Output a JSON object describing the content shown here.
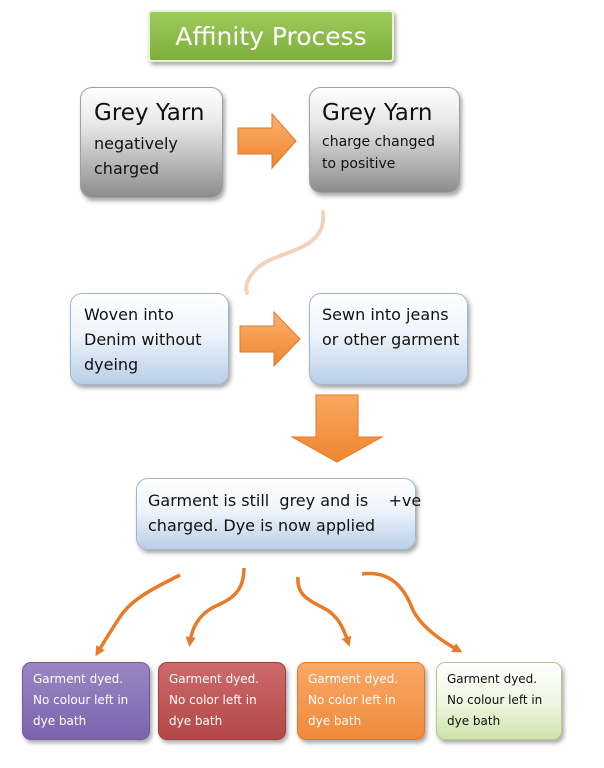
{
  "title": "Affinity Process",
  "step1": {
    "heading": "Grey Yarn",
    "text": [
      "negatively",
      "charged"
    ]
  },
  "step2": {
    "heading": "Grey Yarn",
    "text": [
      "charge changed",
      "to positive"
    ]
  },
  "step3": {
    "text": [
      "Woven into",
      "Denim without",
      "dyeing"
    ]
  },
  "step4": {
    "text": [
      "Sewn into jeans",
      "or other garment"
    ]
  },
  "step5": {
    "text": [
      "Garment is still  grey and is    +ve",
      "charged. Dye is now applied"
    ]
  },
  "outcomes": [
    {
      "lines": [
        "Garment dyed.",
        "No colour left in",
        "dye bath"
      ]
    },
    {
      "lines": [
        "Garment dyed.",
        "No color left in",
        "dye bath"
      ]
    },
    {
      "lines": [
        "Garment dyed.",
        "No color left in",
        "dye bath"
      ]
    },
    {
      "lines": [
        "Garment dyed.",
        "No colour left in",
        "dye bath"
      ]
    }
  ],
  "colors": {
    "title_green": "#8dbd4a",
    "arrow_orange": "#f59a45",
    "curve_orange": "#e87b2a",
    "outcome_purple": "#8b75b9",
    "outcome_red": "#c05a5a",
    "outcome_orange": "#f39a50",
    "outcome_green": "#e8f1d6"
  }
}
